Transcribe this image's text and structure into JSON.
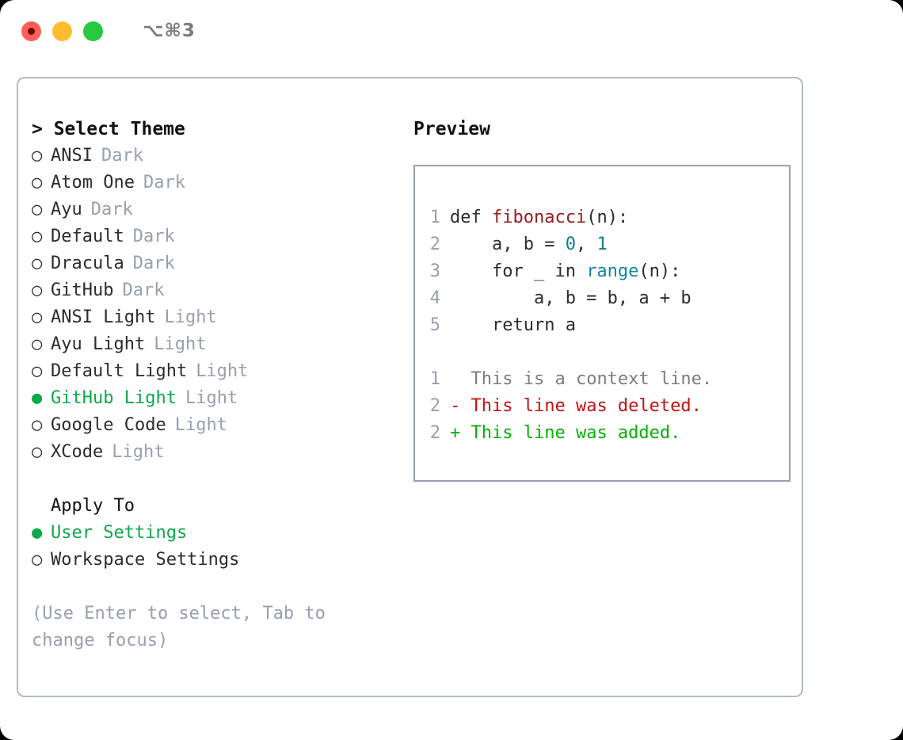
{
  "window": {
    "shortcut": "⌥⌘3",
    "traffic_lights": [
      {
        "name": "close",
        "color": "#ff5f56"
      },
      {
        "name": "minimize",
        "color": "#ffbd2e"
      },
      {
        "name": "maximize",
        "color": "#27c93f"
      }
    ]
  },
  "colors": {
    "accent_green": "#0ea84a",
    "muted": "#97a0b0",
    "text": "#2c2c2c",
    "panel_border": "#b2bac6",
    "preview_border": "#97a1b1",
    "diff_add": "#06b006",
    "diff_del": "#c31111",
    "syntax_function": "#9b1c1c",
    "syntax_number": "#0d7f8c",
    "syntax_call": "#1186a8"
  },
  "theme_picker": {
    "title": "> Select Theme",
    "prompt_glyph": ">",
    "radio_off": "○",
    "radio_on": "●",
    "items": [
      {
        "label": "ANSI",
        "badge": "Dark",
        "selected": false
      },
      {
        "label": "Atom One",
        "badge": "Dark",
        "selected": false
      },
      {
        "label": "Ayu",
        "badge": "Dark",
        "selected": false
      },
      {
        "label": "Default",
        "badge": "Dark",
        "selected": false
      },
      {
        "label": "Dracula",
        "badge": "Dark",
        "selected": false
      },
      {
        "label": "GitHub",
        "badge": "Dark",
        "selected": false
      },
      {
        "label": "ANSI Light",
        "badge": "Light",
        "selected": false
      },
      {
        "label": "Ayu Light",
        "badge": "Light",
        "selected": false
      },
      {
        "label": "Default Light",
        "badge": "Light",
        "selected": false
      },
      {
        "label": "GitHub Light",
        "badge": "Light",
        "selected": true
      },
      {
        "label": "Google Code",
        "badge": "Light",
        "selected": false
      },
      {
        "label": "XCode",
        "badge": "Light",
        "selected": false
      }
    ]
  },
  "apply_to": {
    "title": "Apply To",
    "items": [
      {
        "label": "User Settings",
        "selected": true
      },
      {
        "label": "Workspace Settings",
        "selected": false
      }
    ]
  },
  "hint": "(Use Enter to select, Tab to change focus)",
  "preview": {
    "title": "Preview",
    "code_lines": [
      {
        "number": "1",
        "tokens": [
          {
            "text": "def ",
            "kind": "plain"
          },
          {
            "text": "fibonacci",
            "kind": "func"
          },
          {
            "text": "(n):",
            "kind": "plain"
          }
        ]
      },
      {
        "number": "2",
        "tokens": [
          {
            "text": "    a, b = ",
            "kind": "plain"
          },
          {
            "text": "0",
            "kind": "num"
          },
          {
            "text": ", ",
            "kind": "plain"
          },
          {
            "text": "1",
            "kind": "num"
          }
        ]
      },
      {
        "number": "3",
        "tokens": [
          {
            "text": "    for _ in ",
            "kind": "plain"
          },
          {
            "text": "range",
            "kind": "call"
          },
          {
            "text": "(n):",
            "kind": "plain"
          }
        ]
      },
      {
        "number": "4",
        "tokens": [
          {
            "text": "        a, b = b, a + b",
            "kind": "plain"
          }
        ]
      },
      {
        "number": "5",
        "tokens": [
          {
            "text": "    return a",
            "kind": "plain"
          }
        ]
      }
    ],
    "diff_lines": [
      {
        "number": "1",
        "marker": " ",
        "text": "This is a context line.",
        "kind": "ctx"
      },
      {
        "number": "2",
        "marker": "-",
        "text": "This line was deleted.",
        "kind": "del"
      },
      {
        "number": "2",
        "marker": "+",
        "text": "This line was added.",
        "kind": "add"
      }
    ]
  }
}
